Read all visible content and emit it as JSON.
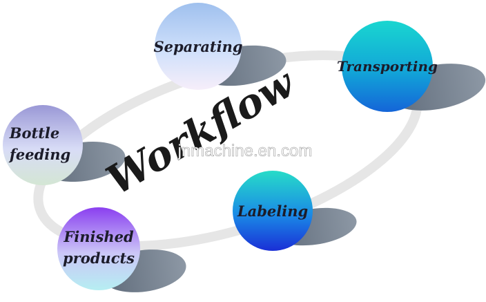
{
  "title": "Workflow",
  "watermark": "jnmachine.en.com",
  "colors": {
    "ring": "#e6e6e6",
    "shadow": "#7f8b99",
    "text": "#1c1c2a"
  },
  "nodes": [
    {
      "id": "separating",
      "lines": [
        "Separating"
      ],
      "gradient": [
        "#9fc0ee",
        "#cfe0fb",
        "#f6eefa"
      ]
    },
    {
      "id": "transporting",
      "lines": [
        "Transporting"
      ],
      "gradient": [
        "#19d6d0",
        "#12a6d8",
        "#1465d8"
      ]
    },
    {
      "id": "bottle-feeding",
      "lines": [
        "Bottle",
        "feeding"
      ],
      "gradient": [
        "#9a98d6",
        "#d8dcf6",
        "#d4e6d4"
      ]
    },
    {
      "id": "labeling",
      "lines": [
        "Labeling"
      ],
      "gradient": [
        "#27dcc8",
        "#1a8ae6",
        "#1a2fd6"
      ]
    },
    {
      "id": "finished-products",
      "lines": [
        "Finished",
        "products"
      ],
      "gradient": [
        "#8a3ff0",
        "#cbc6f7",
        "#b6eef2"
      ]
    }
  ]
}
